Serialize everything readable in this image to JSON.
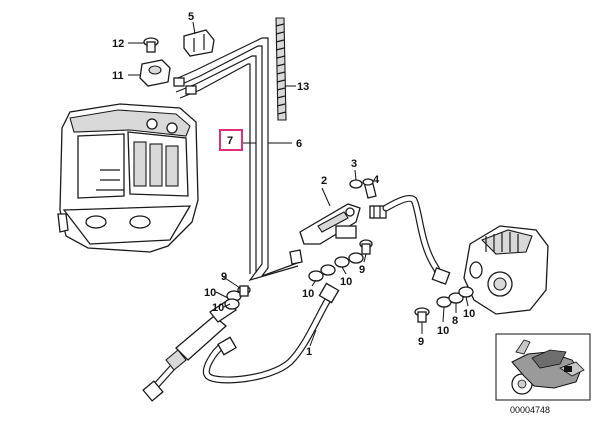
{
  "callouts": {
    "c12": "12",
    "c5": "5",
    "c11": "11",
    "c13": "13",
    "c7": "7",
    "c6": "6",
    "c3": "3",
    "c4": "4",
    "c2": "2",
    "c9a": "9",
    "c10a": "10",
    "c10b": "10",
    "c10c": "10",
    "c9b": "9",
    "c1": "1",
    "c10d": "10",
    "c8": "8",
    "c10e": "10",
    "c9c": "9",
    "c10f": "10"
  },
  "highlighted_callout": "7",
  "highlight_color": "#e0307a",
  "document_number": "00004748",
  "inset": {
    "icon": "motorcycle-icon"
  }
}
